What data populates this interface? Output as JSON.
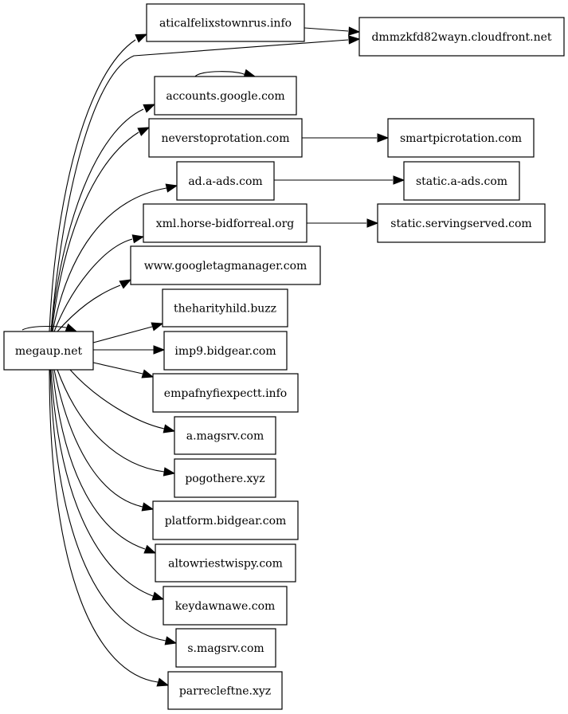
{
  "graph": {
    "nodes": {
      "megaup": "megaup.net",
      "aticalfelix": "aticalfelixstownrus.info",
      "dmmzkfd": "dmmzkfd82wayn.cloudfront.net",
      "accounts": "accounts.google.com",
      "neverstop": "neverstoprotation.com",
      "smartpic": "smartpicrotation.com",
      "adaads": "ad.a-ads.com",
      "staticaads": "static.a-ads.com",
      "xmlhorse": "xml.horse-bidforreal.org",
      "staticserving": "static.servingserved.com",
      "gtm": "www.googletagmanager.com",
      "theharity": "theharityhild.buzz",
      "imp9": "imp9.bidgear.com",
      "empafny": "empafnyfiexpectt.info",
      "amagsrv": "a.magsrv.com",
      "pogothere": "pogothere.xyz",
      "platform": "platform.bidgear.com",
      "altowriest": "altowriestwispy.com",
      "keydawnawe": "keydawnawe.com",
      "smagsrv": "s.magsrv.com",
      "parrecleftne": "parrecleftne.xyz"
    },
    "edges": [
      [
        "megaup",
        "megaup"
      ],
      [
        "megaup",
        "aticalfelix"
      ],
      [
        "megaup",
        "dmmzkfd"
      ],
      [
        "megaup",
        "accounts"
      ],
      [
        "megaup",
        "neverstop"
      ],
      [
        "megaup",
        "adaads"
      ],
      [
        "megaup",
        "xmlhorse"
      ],
      [
        "megaup",
        "gtm"
      ],
      [
        "megaup",
        "theharity"
      ],
      [
        "megaup",
        "imp9"
      ],
      [
        "megaup",
        "empafny"
      ],
      [
        "megaup",
        "amagsrv"
      ],
      [
        "megaup",
        "pogothere"
      ],
      [
        "megaup",
        "platform"
      ],
      [
        "megaup",
        "altowriest"
      ],
      [
        "megaup",
        "keydawnawe"
      ],
      [
        "megaup",
        "smagsrv"
      ],
      [
        "megaup",
        "parrecleftne"
      ],
      [
        "aticalfelix",
        "dmmzkfd"
      ],
      [
        "accounts",
        "accounts"
      ],
      [
        "neverstop",
        "smartpic"
      ],
      [
        "adaads",
        "staticaads"
      ],
      [
        "xmlhorse",
        "staticserving"
      ]
    ]
  }
}
